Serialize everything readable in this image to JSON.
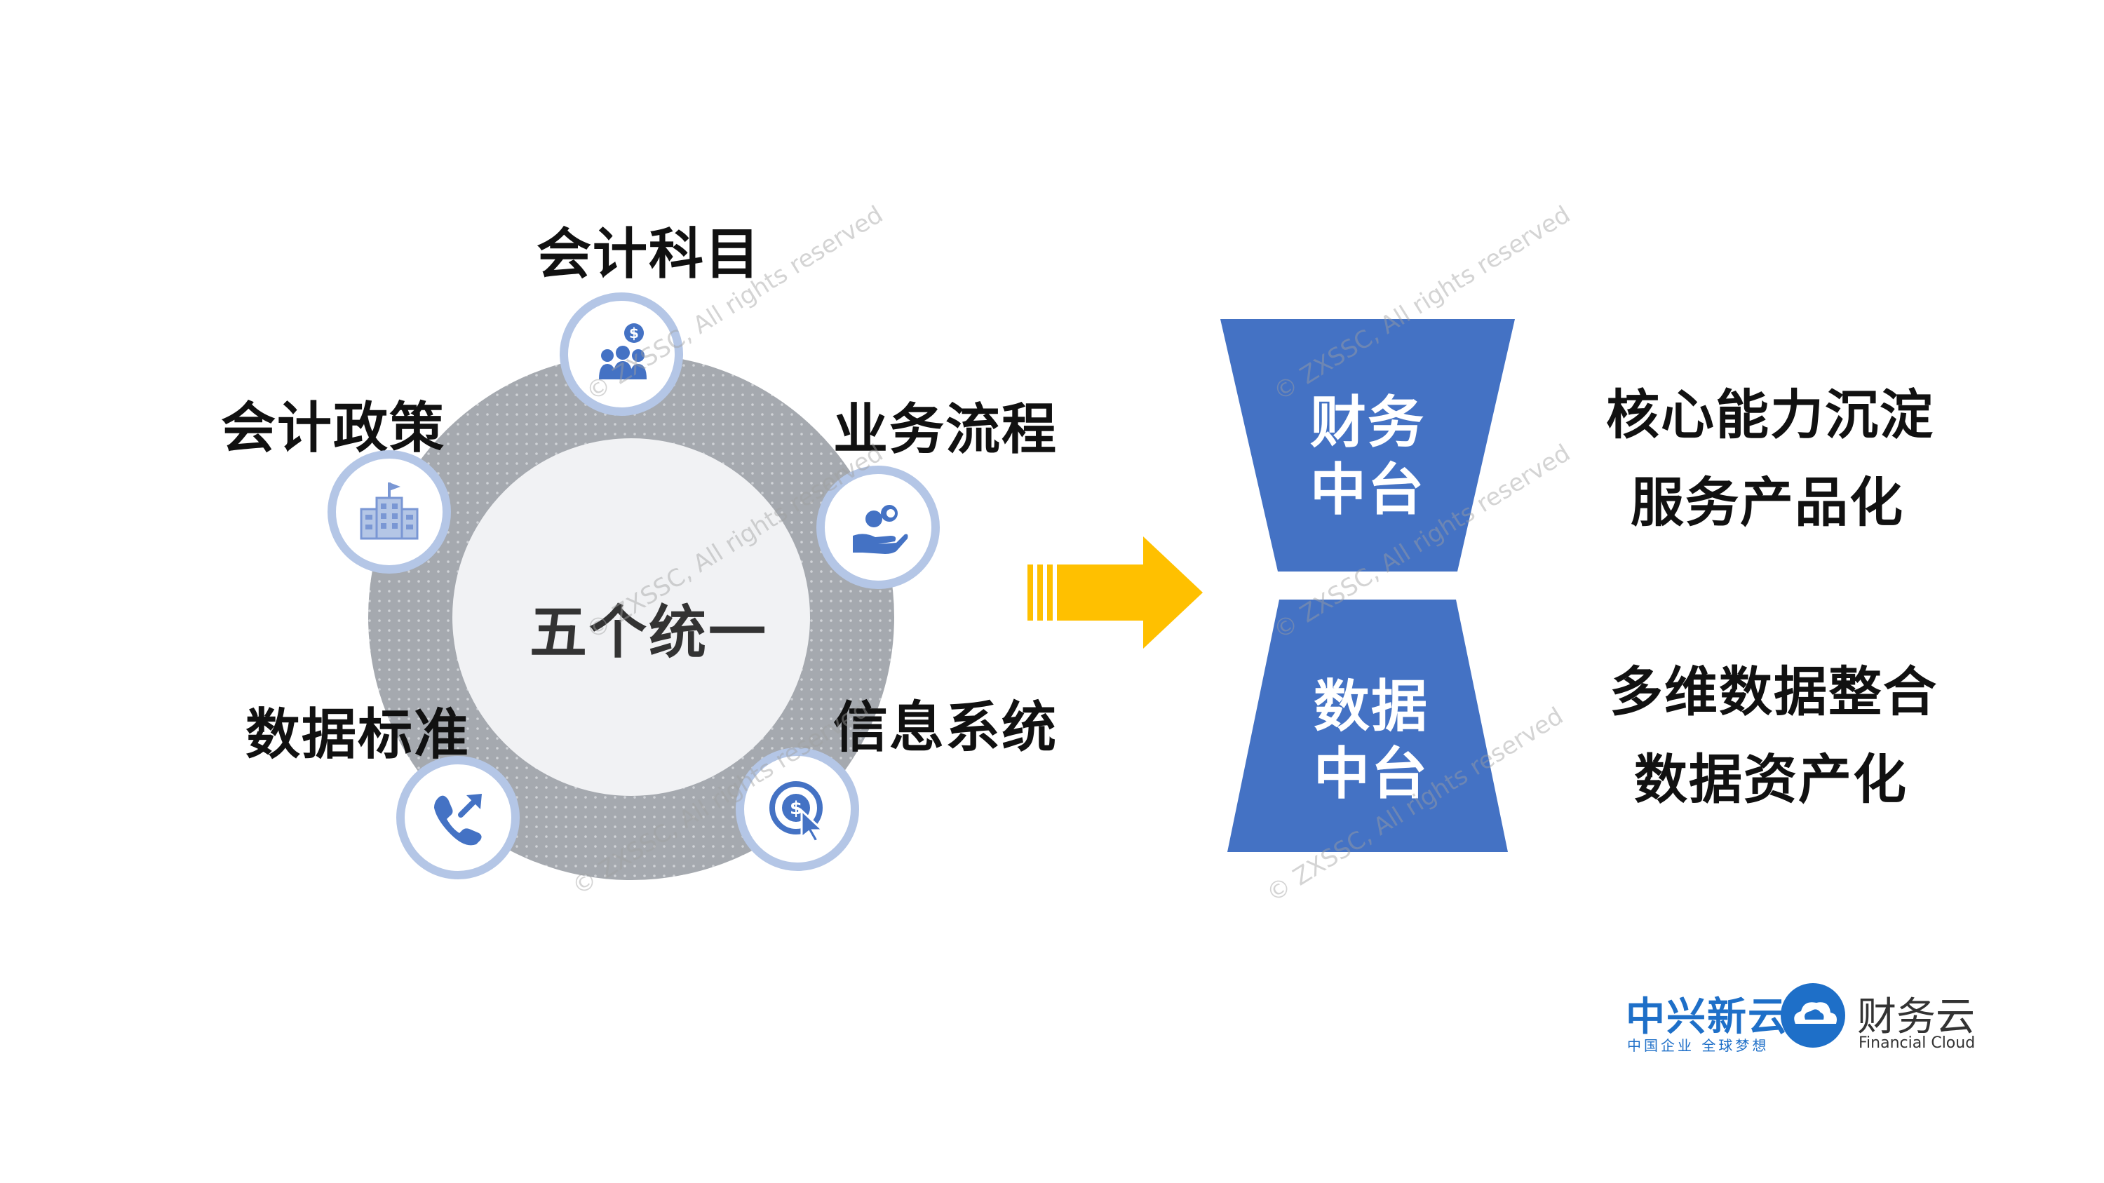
{
  "diagram": {
    "center": "五个统一",
    "nodes": [
      {
        "label": "会计科目",
        "icon": "people-dollar-icon"
      },
      {
        "label": "业务流程",
        "icon": "hand-coins-icon"
      },
      {
        "label": "信息系统",
        "icon": "dollar-click-icon"
      },
      {
        "label": "数据标准",
        "icon": "phone-arrow-icon"
      },
      {
        "label": "会计政策",
        "icon": "building-icon"
      }
    ],
    "arrow_color": "#ffc000",
    "trapezoid_color": "#4472c4",
    "top_block": "财务\n中台",
    "top_block_lines": [
      "财务",
      "中台"
    ],
    "bottom_block_lines": [
      "数据",
      "中台"
    ],
    "top_side": [
      "核心能力沉淀",
      "服务产品化"
    ],
    "bottom_side": [
      "多维数据整合",
      "数据资产化"
    ]
  },
  "watermark": "© ZXSSC, All rights reserved",
  "logo": {
    "brand_cn": "中兴新云",
    "brand_cn_sub": "中国企业 全球梦想",
    "product_cn": "财务云",
    "product_en": "Financial Cloud"
  }
}
